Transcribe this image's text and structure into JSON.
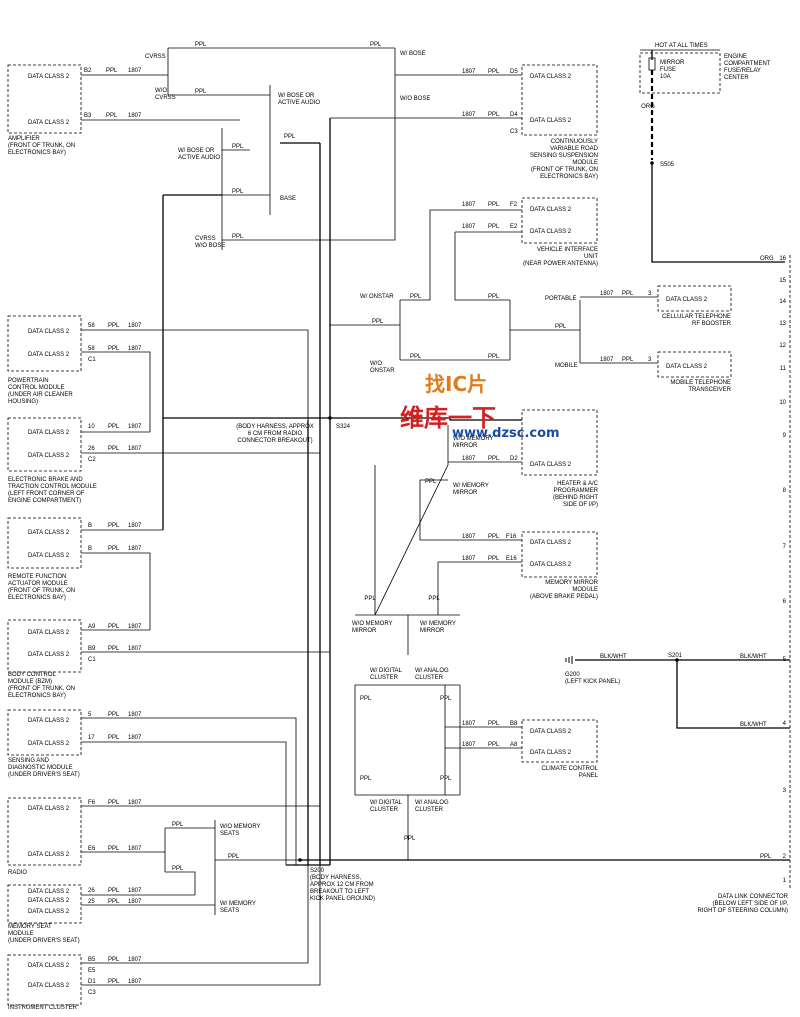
{
  "labels": {
    "cvrss": "CVRSS",
    "wo_cvrss": "W/O\nCVRSS",
    "w_bose": "W/ BOSE",
    "wo_bose": "W/O BOSE",
    "w_bose_active": "W/ BOSE OR\nACTIVE AUDIO",
    "w_bose_active2": "W/ BOSE OR\nACTIVE AUDIO",
    "base": "BASE",
    "cvrss_wo_bose": "CVRSS\nW/O BOSE",
    "w_onstar": "W/ ONSTAR",
    "wo_onstar": "W/O\nONSTAR",
    "portable": "PORTABLE",
    "mobile": "MOBILE",
    "wo_memory_mirror": "W/O MEMORY\nMIRROR",
    "w_memory_mirror": "W/ MEMORY\nMIRROR",
    "wo_memory_mirror2": "W/O MEMORY\nMIRROR",
    "w_memory_mirror2": "W/ MEMORY\nMIRROR",
    "w_digital_cluster": "W/ DIGITAL\nCLUSTER",
    "w_analog_cluster": "W/ ANALOG\nCLUSTER",
    "w_digital_cluster2": "W/ DIGITAL\nCLUSTER",
    "w_analog_cluster2": "W/ ANALOG\nCLUSTER",
    "wo_memory_seats": "W/O MEMORY\nSEATS",
    "w_memory_seats": "W/ MEMORY\nSEATS",
    "s324_note": "(BODY HARNESS, APPROX\n6 CM FROM RADIO\nCONNECTOR BREAKOUT)",
    "s324": "S324",
    "s200": "S200\n(BODY HARNESS,\nAPPROX 12 CM FROM\nBREAKOUT TO LEFT\nKICK PANEL GROUND)",
    "hot": "HOT AT ALL TIMES",
    "fuse": "MIRROR\nFUSE\n10A",
    "fuse_center": "ENGINE\nCOMPARTMENT\nFUSE/RELAY\nCENTER",
    "org": "ORG",
    "s505": "S505",
    "s201": "S201",
    "blk_wht": "BLK/WHT",
    "g200": "G200\n(LEFT KICK PANEL)",
    "ppl": "PPL",
    "w1807": "1807",
    "dlc": "DATA LINK CONNECTOR\n(BELOW LEFT SIDE OF I/P,\nRIGHT OF STEERING COLUMN)"
  },
  "modules": {
    "amplifier": {
      "name": "AMPLIFIER\n(FRONT OF TRUNK, ON\nELECTRONICS BAY)",
      "pins": [
        "B2",
        "B3"
      ]
    },
    "pcm": {
      "name": "POWERTRAIN\nCONTROL MODULE\n(UNDER AIR CLEANER\nHOUSING)",
      "pins": [
        "58",
        "58",
        "C1"
      ]
    },
    "ebtcm": {
      "name": "ELECTRONIC BRAKE AND\nTRACTION CONTROL MODULE\n(LEFT FRONT CORNER OF\nENGINE COMPARTMENT)",
      "pins": [
        "10",
        "26",
        "C2"
      ]
    },
    "rfa": {
      "name": "REMOTE FUNCTION\nACTUATOR MODULE\n(FRONT OF TRUNK, ON\nELECTRONICS BAY)",
      "pins": [
        "B",
        "B"
      ]
    },
    "bcm": {
      "name": "BODY CONTROL\nMODULE (BZM)\n(FRONT OF TRUNK, ON\nELECTRONICS BAY)",
      "pins": [
        "A9",
        "B9",
        "C1"
      ]
    },
    "sdm": {
      "name": "SENSING AND\nDIAGNOSTIC MODULE\n(UNDER DRIVER'S SEAT)",
      "pins": [
        "5",
        "17"
      ]
    },
    "radio": {
      "name": "RADIO",
      "pins": [
        "F6",
        "E6"
      ]
    },
    "seat": {
      "name": "MEMORY SEAT\nMODULE\n(UNDER DRIVER'S SEAT)",
      "pins": [
        "26",
        "25"
      ]
    },
    "ipc": {
      "name": "INSTRUMENT CLUSTER",
      "pins": [
        "B5",
        "E5",
        "D1",
        "C3"
      ]
    },
    "cvrss": {
      "name": "CONTINUOUSLY\nVARIABLE ROAD\nSENSING SUSPENSION\nMODULE\n(FRONT OF TRUNK, ON\nELECTRONICS BAY)",
      "pins": [
        "D5",
        "D4",
        "C3"
      ]
    },
    "viu": {
      "name": "VEHICLE INTERFACE\nUNIT\n(NEAR POWER ANTENNA)",
      "pins": [
        "F2",
        "E2"
      ]
    },
    "rfbooster": {
      "name": "CELLULAR TELEPHONE\nRF BOOSTER",
      "pins": [
        "3"
      ]
    },
    "transceiver": {
      "name": "MOBILE TELEPHONE\nTRANSCEIVER",
      "pins": [
        "3"
      ]
    },
    "hvac": {
      "name": "HEATER & A/C\nPROGRAMMER\n(BEHIND RIGHT\nSIDE OF I/P)",
      "pins": [
        "D2"
      ]
    },
    "mirror": {
      "name": "MEMORY MIRROR\nMODULE\n(ABOVE BRAKE PEDAL)",
      "pins": [
        "F16",
        "E16"
      ]
    },
    "ccp": {
      "name": "CLIMATE CONTROL\nPANEL",
      "pins": [
        "B8",
        "A8"
      ]
    }
  },
  "data_class": "DATA CLASS 2",
  "dlc_pins": [
    "16",
    "15",
    "14",
    "13",
    "12",
    "11",
    "10",
    "9",
    "8",
    "7",
    "6",
    "5",
    "4",
    "3",
    "2",
    "1"
  ],
  "watermark": {
    "top": "找IC片",
    "mid": "维库一下",
    "url": "www.dzsc.com"
  }
}
